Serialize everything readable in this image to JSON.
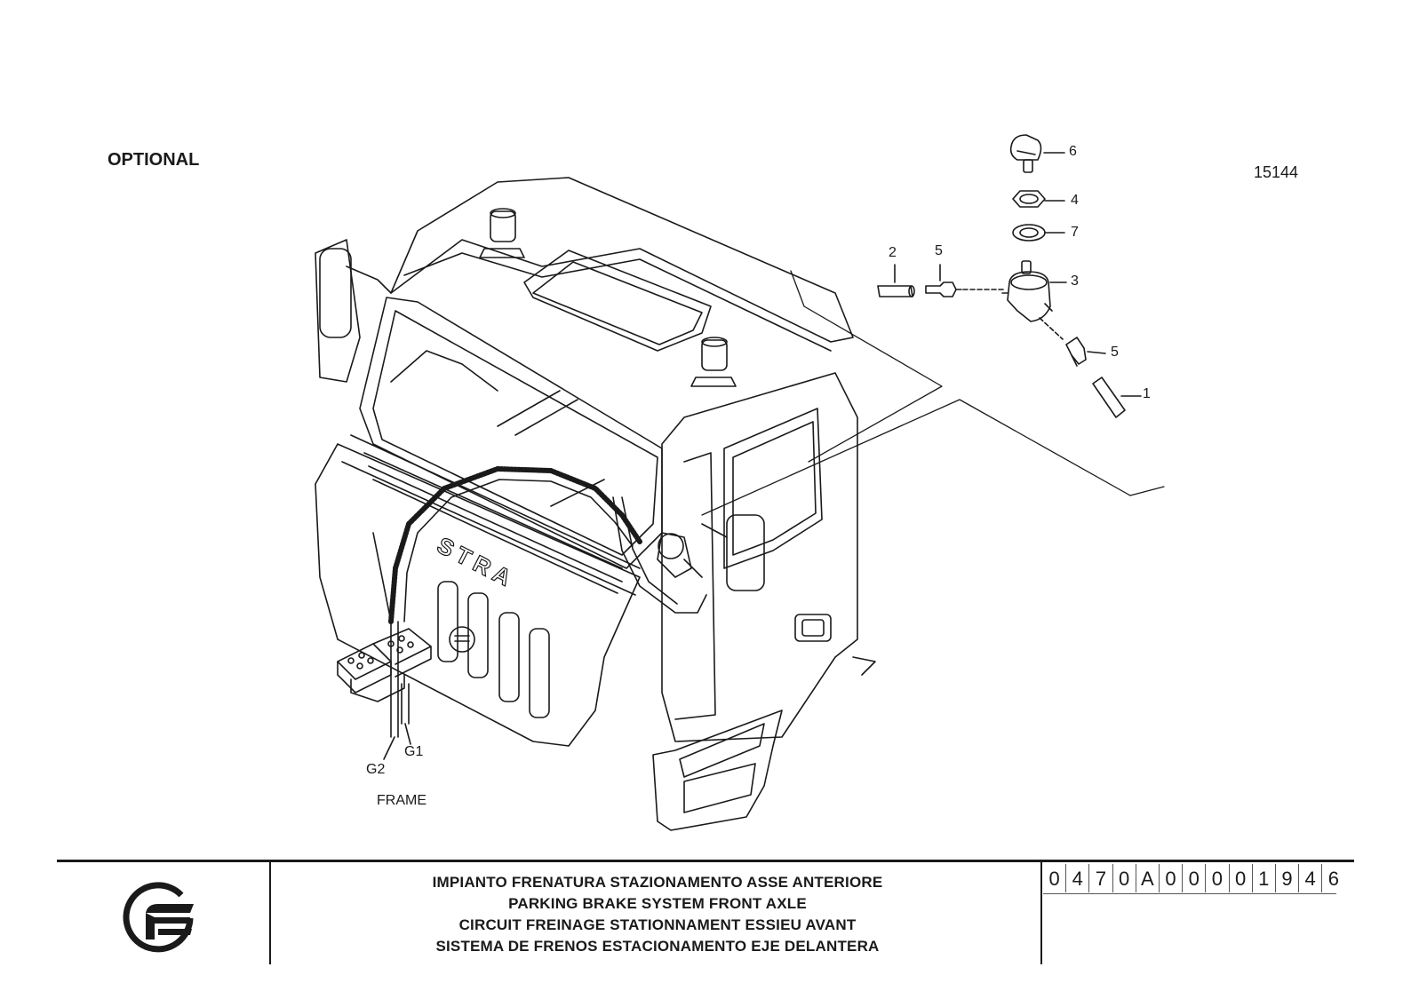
{
  "header": {
    "optional_label": "OPTIONAL",
    "drawing_ref": "15144"
  },
  "callouts": [
    {
      "id": "c6",
      "label": "6"
    },
    {
      "id": "c4",
      "label": "4"
    },
    {
      "id": "c7",
      "label": "7"
    },
    {
      "id": "c2",
      "label": "2"
    },
    {
      "id": "c5a",
      "label": "5"
    },
    {
      "id": "c3",
      "label": "3"
    },
    {
      "id": "c5b",
      "label": "5"
    },
    {
      "id": "c1",
      "label": "1"
    }
  ],
  "frame_labels": {
    "g1": "G1",
    "g2": "G2",
    "frame": "FRAME"
  },
  "cab_lettering": "STRA",
  "title_block": {
    "titles": [
      "IMPIANTO FRENATURA STAZIONAMENTO ASSE ANTERIORE",
      "PARKING BRAKE SYSTEM FRONT AXLE",
      "CIRCUIT FREINAGE STATIONNAMENT ESSIEU AVANT",
      "SISTEMA DE FRENOS ESTACIONAMENTO EJE DELANTERA"
    ],
    "code_chars": [
      "0",
      "4",
      "7",
      "0",
      "A",
      "0",
      "0",
      "0",
      "0",
      "1",
      "9",
      "4",
      "6"
    ]
  },
  "colors": {
    "ink": "#1a1a1a"
  }
}
